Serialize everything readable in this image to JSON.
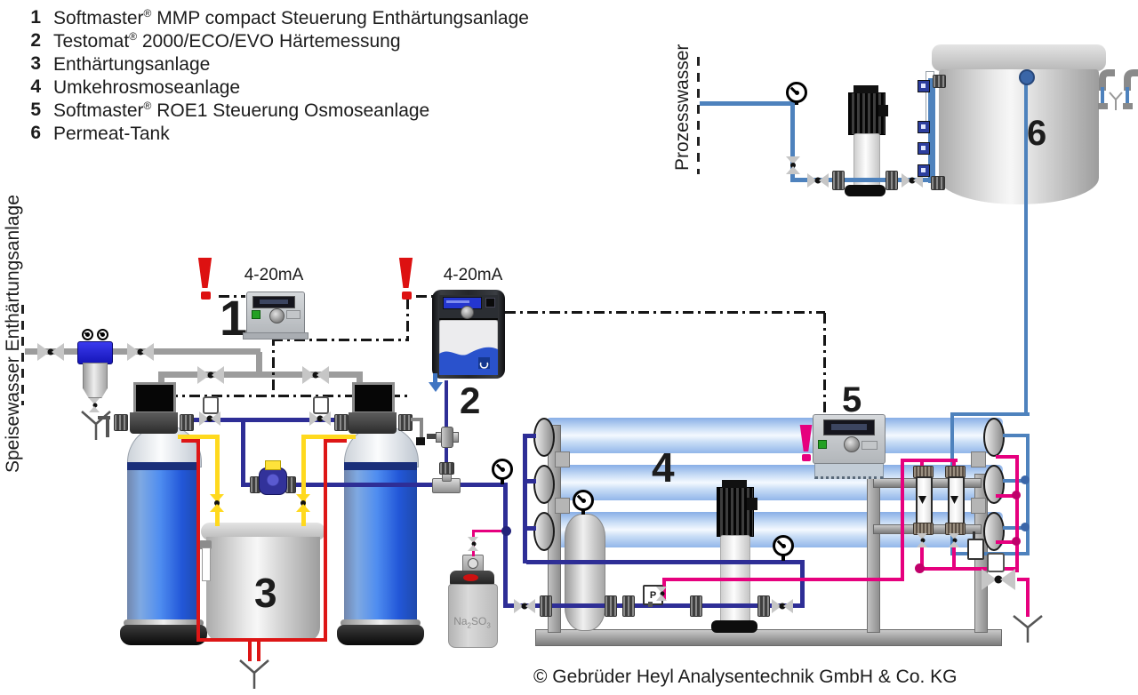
{
  "diagram": {
    "legend": {
      "items": [
        {
          "num": "1",
          "brand": "Softmaster",
          "reg": "®",
          "rest": " MMP compact Steuerung Enthärtungsanlage"
        },
        {
          "num": "2",
          "brand": "Testomat",
          "reg": "®",
          "rest": " 2000/ECO/EVO Härtemessung"
        },
        {
          "num": "3",
          "brand": "",
          "reg": "",
          "rest": "Enthärtungsanlage"
        },
        {
          "num": "4",
          "brand": "",
          "reg": "",
          "rest": "Umkehrosmoseanlage"
        },
        {
          "num": "5",
          "brand": "Softmaster",
          "reg": "®",
          "rest": " ROE1 Steuerung Osmoseanlage"
        },
        {
          "num": "6",
          "brand": "",
          "reg": "",
          "rest": "Permeat-Tank"
        }
      ]
    },
    "side_labels": {
      "feed": "Speisewasser Enthärtungsanlage",
      "process": "Prozesswasser"
    },
    "annotations": {
      "signal_left": "4-20mA",
      "signal_right": "4-20mA",
      "sample_point": "P"
    },
    "markers": {
      "m1": "1",
      "m2": "2",
      "m3": "3",
      "m4": "4",
      "m5": "5",
      "m6": "6"
    },
    "chemical": {
      "prefix": "Na",
      "sub1": "2",
      "mid": "SO",
      "sub2": "3"
    },
    "footer": {
      "copyright": "© Gebrüder Heyl Analysentechnik GmbH & Co. KG"
    },
    "colors": {
      "pipe_grey": "#9c9c9c",
      "pipe_navy": "#2e2e96",
      "pipe_blue": "#4e82bd",
      "pipe_yellow": "#ffd91e",
      "pipe_red": "#dd1616",
      "pipe_magenta": "#e6007e",
      "signal_black": "#161616",
      "membrane_blue": "#cadef6",
      "softener_blue": "#2257d8",
      "warning_red": "#dd1111",
      "warning_magenta": "#e6007e"
    }
  }
}
